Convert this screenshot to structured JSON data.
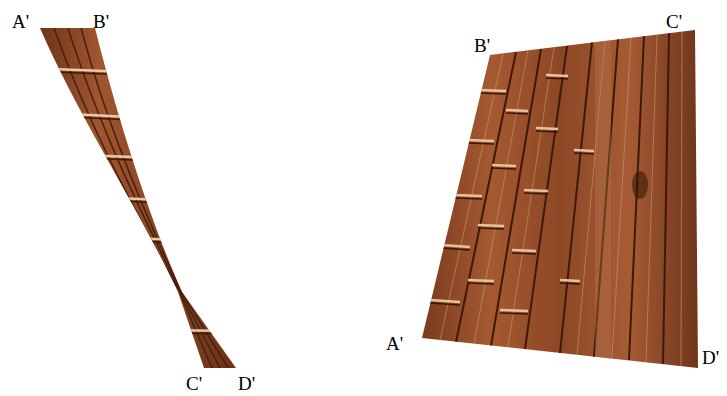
{
  "diagram": {
    "labels": [
      "A'",
      "B'",
      "C'",
      "D'",
      "B'",
      "C'",
      "A'",
      "D'"
    ]
  }
}
